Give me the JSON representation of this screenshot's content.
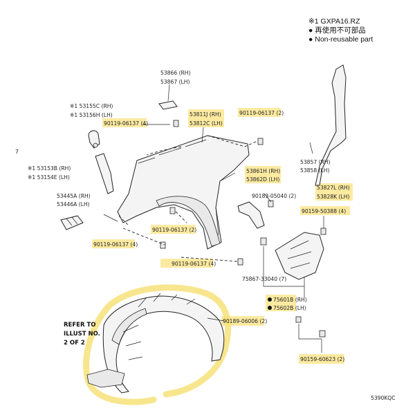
{
  "legend": {
    "code": "※1 GXPA16.RZ",
    "line2": "● 再使用不可部品",
    "line3": "● Non-reusable part"
  },
  "labels": {
    "p53866": "53866 (RH)",
    "p53867": "53867 (LH)",
    "p53155c": "※1 53155C (RH)",
    "p53156h": "※1 53156H (LH)",
    "p90119_4a": "90119-06137 (4)",
    "p53811": "53811J (RH)",
    "p53812": "53812C (LH)",
    "p90119_2a": "90119-06137 (2)",
    "p53153b": "※1 53153B (RH)",
    "p53154e": "※1 53154E (LH)",
    "p53445a": "53445A (RH)",
    "p53446a": "53446A (LH)",
    "p53857": "53857 (RH)",
    "p53858": "53858 (LH)",
    "p53827": "53827L (RH)",
    "p53828": "53828K (LH)",
    "p53861": "53861H (RH)",
    "p53862": "53862D (LH)",
    "p90183": "90183-05040 (2)",
    "p90159_4": "90159-50388 (4)",
    "p90119_2b": "90119-06137 (2)",
    "p90119_4b": "90119-06137 (4)",
    "p90119_4c": "90119-06137 (4)",
    "p75867": "75867-33040 (7)",
    "p75601": "75601B (RH)",
    "p75602": "75602B (LH)",
    "p90189": "90189-06006 (2)",
    "p90159_2": "90159-60623 (2)",
    "refer1": "REFER TO",
    "refer2": "ILLUST NO.",
    "refer3": "2 OF 2",
    "code": "5390KQC",
    "tick": "7"
  }
}
